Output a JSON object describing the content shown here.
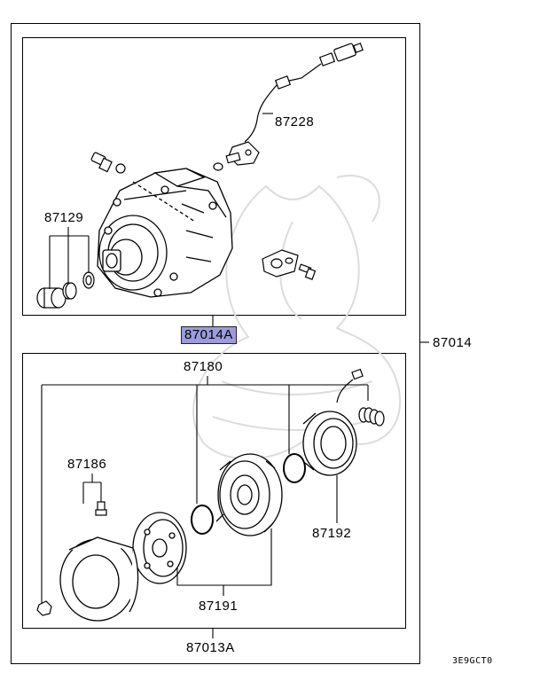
{
  "labels": {
    "p87228": "87228",
    "p87129": "87129",
    "p87014A": "87014A",
    "p87014": "87014",
    "p87180": "87180",
    "p87186": "87186",
    "p87192": "87192",
    "p87191": "87191",
    "p87013A": "87013A"
  },
  "diagram_code": "3E9GCT0",
  "colors": {
    "highlight": "#9b9bdd",
    "line": "#000000",
    "watermark": "#dcdcdc"
  }
}
